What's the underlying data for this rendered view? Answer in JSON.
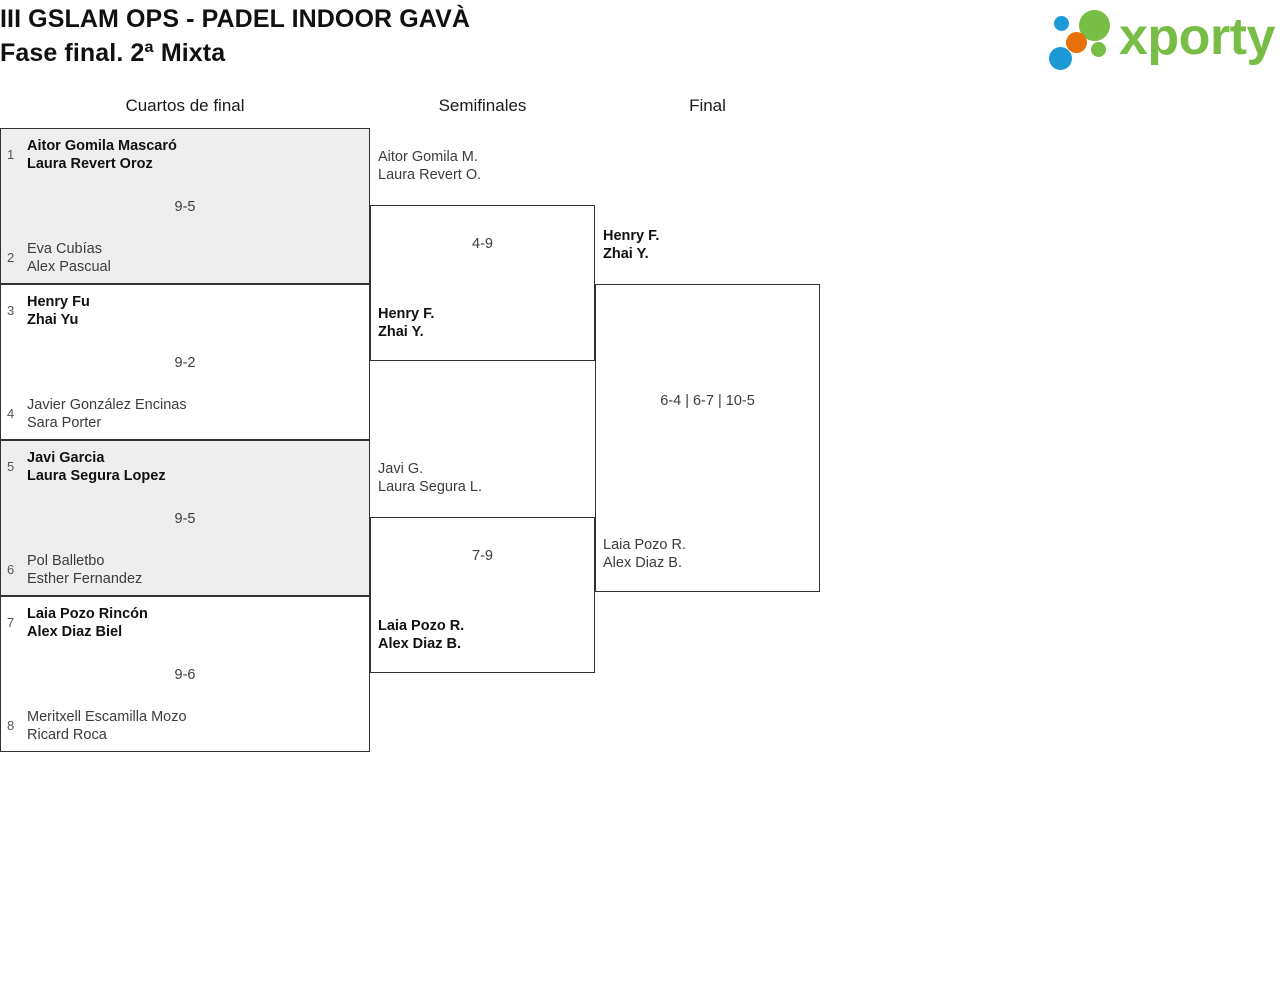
{
  "header": {
    "title_line1": "III GSLAM OPS - PADEL INDOOR GAVÀ",
    "title_line2": "Fase final. 2ª Mixta",
    "logo_word": "xporty"
  },
  "rounds": [
    {
      "id": "quarterfinals",
      "label": "Cuartos de final"
    },
    {
      "id": "semifinals",
      "label": "Semifinales"
    },
    {
      "id": "final",
      "label": "Final"
    }
  ],
  "quarterfinals": [
    {
      "score": "9-5",
      "top": {
        "seed": "1",
        "player1": "Aitor Gomila Mascaró",
        "player2": "Laura Revert Oroz",
        "winner": true
      },
      "bottom": {
        "seed": "2",
        "player1": "Eva Cubías",
        "player2": "Alex Pascual",
        "winner": false
      }
    },
    {
      "score": "9-2",
      "top": {
        "seed": "3",
        "player1": "Henry Fu",
        "player2": "Zhai Yu",
        "winner": true
      },
      "bottom": {
        "seed": "4",
        "player1": "Javier González Encinas",
        "player2": "Sara Porter",
        "winner": false
      }
    },
    {
      "score": "9-5",
      "top": {
        "seed": "5",
        "player1": "Javi Garcia",
        "player2": "Laura Segura Lopez",
        "winner": true
      },
      "bottom": {
        "seed": "6",
        "player1": "Pol Balletbo",
        "player2": "Esther Fernandez",
        "winner": false
      }
    },
    {
      "score": "9-6",
      "top": {
        "seed": "7",
        "player1": "Laia Pozo Rincón",
        "player2": "Alex Diaz Biel",
        "winner": true
      },
      "bottom": {
        "seed": "8",
        "player1": "Meritxell Escamilla Mozo",
        "player2": "Ricard Roca",
        "winner": false
      }
    }
  ],
  "semifinals": [
    {
      "score": "4-9",
      "top": {
        "player1": "Aitor Gomila M.",
        "player2": "Laura Revert O.",
        "winner": false
      },
      "bottom": {
        "player1": "Henry F.",
        "player2": "Zhai Y.",
        "winner": true
      }
    },
    {
      "score": "7-9",
      "top": {
        "player1": "Javi G.",
        "player2": "Laura Segura L.",
        "winner": false
      },
      "bottom": {
        "player1": "Laia Pozo R.",
        "player2": "Alex Diaz B.",
        "winner": true
      }
    }
  ],
  "final": {
    "score": "6-4 | 6-7 | 10-5",
    "top": {
      "player1": "Henry F.",
      "player2": "Zhai Y.",
      "winner": true
    },
    "bottom": {
      "player1": "Laia Pozo R.",
      "player2": "Alex Diaz B.",
      "winner": false
    }
  },
  "colors": {
    "shaded_row": "#eeeeee",
    "border": "#333333",
    "logo_green": "#78bd45",
    "logo_blue": "#1d9ad6",
    "logo_orange": "#e8710a"
  }
}
